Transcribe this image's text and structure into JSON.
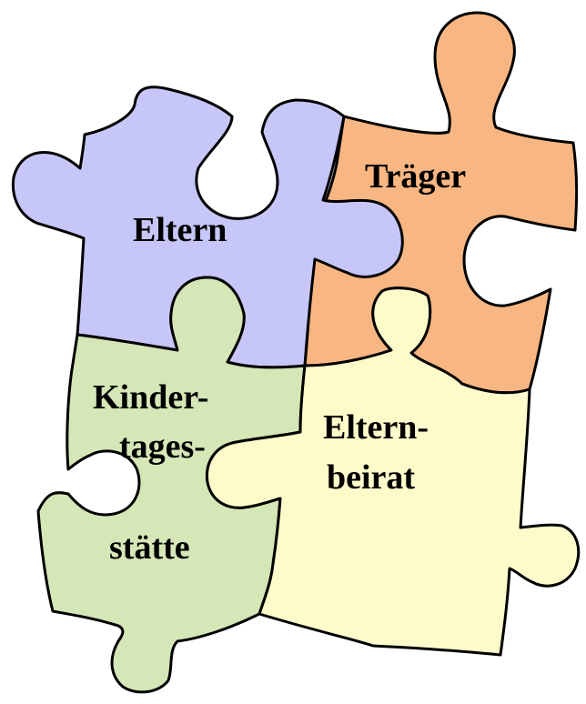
{
  "colors": {
    "eltern": "#c6c6f8",
    "traeger": "#f8b682",
    "kita": "#d5e6b7",
    "elternbeirat": "#fefbcb",
    "outline": "#000000"
  },
  "pieces": {
    "eltern": {
      "label": "Eltern"
    },
    "traeger": {
      "label": "Träger"
    },
    "kita": {
      "line1": "Kinder-",
      "line2": "tages-",
      "line3": "stätte"
    },
    "elternbeirat": {
      "line1": "Eltern-",
      "line2": "beirat"
    }
  }
}
